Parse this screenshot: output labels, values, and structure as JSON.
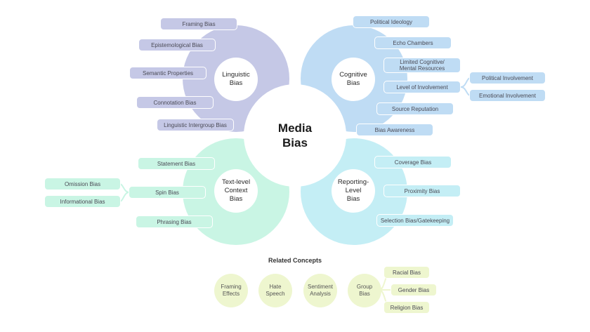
{
  "center": {
    "label": "Media\nBias"
  },
  "quadrants": {
    "linguistic": {
      "label": "Linguistic\nBias",
      "color": "#c5c8e6",
      "items": [
        "Framing Bias",
        "Epistemological Bias",
        "Semantic Properties",
        "Connotation Bias",
        "Linguistic Intergroup Bias"
      ]
    },
    "cognitive": {
      "label": "Cognitive\nBias",
      "color": "#bfdcf4",
      "items": [
        "Political Ideology",
        "Echo Chambers",
        "Limited Cognitive/\nMental Resources",
        "Level of Involvement",
        "Source Reputation",
        "Bias Awareness"
      ],
      "sub_items": [
        "Political Involvement",
        "Emotional Involvement"
      ]
    },
    "text_level": {
      "label": "Text-level\nContext\nBias",
      "color": "#c9f5e4",
      "items": [
        "Statement Bias",
        "Spin Bias",
        "Phrasing Bias"
      ],
      "sub_items": [
        "Omission Bias",
        "Informational Bias"
      ]
    },
    "reporting": {
      "label": "Reporting-\nLevel\nBias",
      "color": "#c4eef5",
      "items": [
        "Coverage Bias",
        "Proximity Bias",
        "Selection Bias/Gatekeeping"
      ]
    }
  },
  "related": {
    "title": "Related Concepts",
    "color": "#eef6cf",
    "concepts": [
      "Framing\nEffects",
      "Hate\nSpeech",
      "Sentiment\nAnalysis",
      "Group\nBias"
    ],
    "group_sub_items": [
      "Racial Bias",
      "Gender Bias",
      "Religion Bias"
    ]
  }
}
